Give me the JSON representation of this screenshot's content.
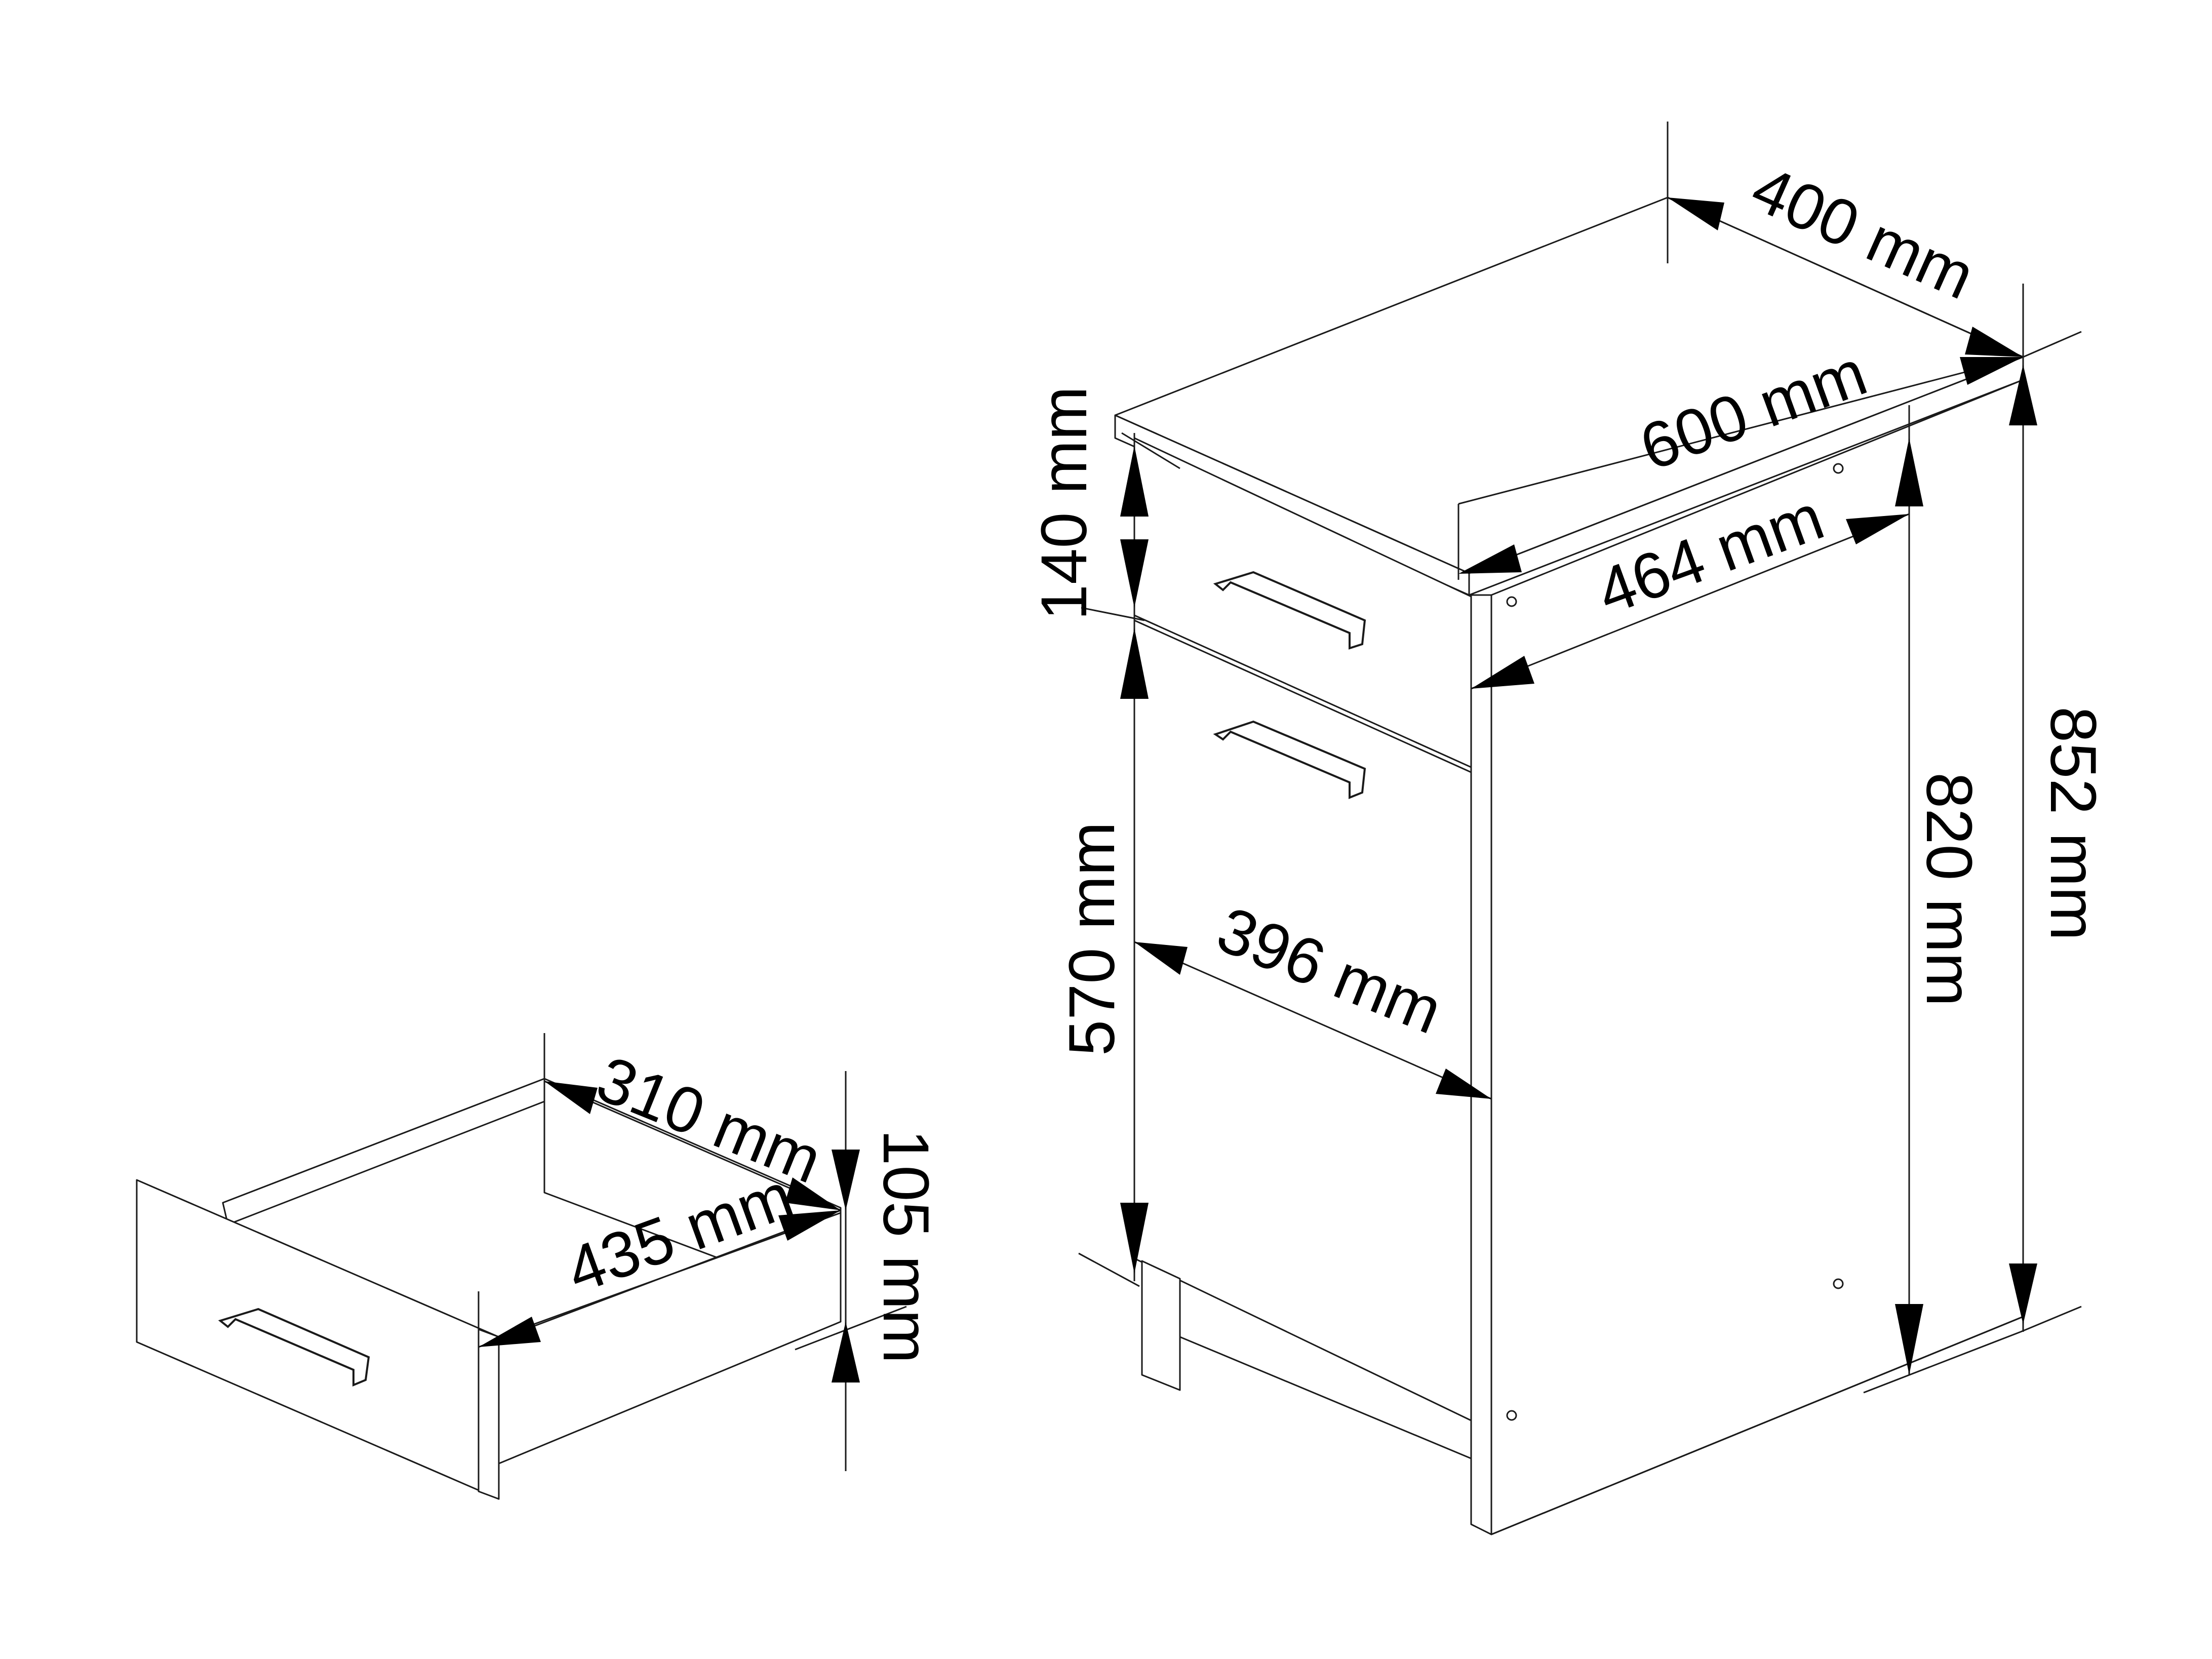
{
  "labels": {
    "cabinet_depth": "400 mm",
    "cabinet_width": "600 mm",
    "inner_width": "464 mm",
    "top_drawer_height": "140 mm",
    "door_height": "570 mm",
    "door_width": "396 mm",
    "body_height": "820 mm",
    "total_height": "852 mm",
    "drawer_depth": "310 mm",
    "drawer_width": "435 mm",
    "drawer_height": "105 mm"
  },
  "colors": {
    "line": "#1a1a1a",
    "arrow": "#000000",
    "background": "#ffffff"
  }
}
